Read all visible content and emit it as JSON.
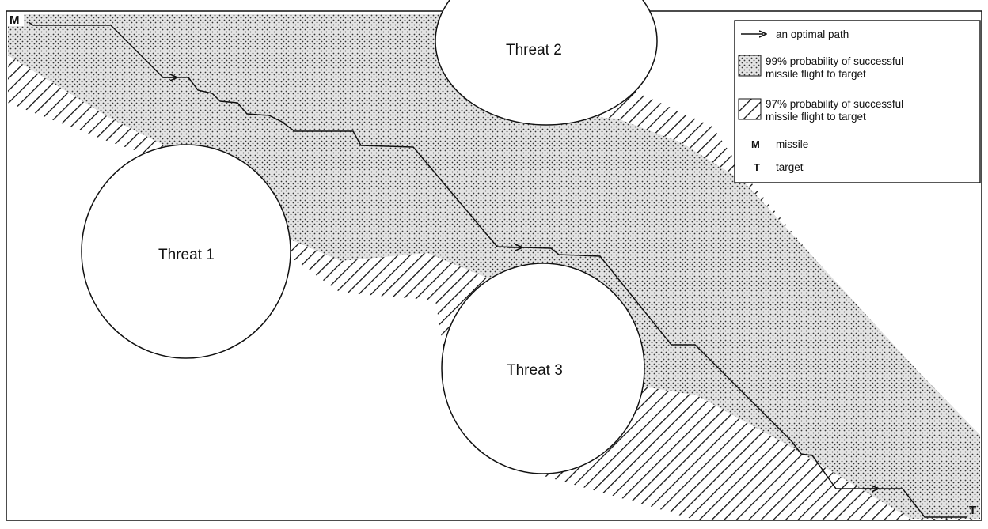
{
  "labels": {
    "missile_marker": "M",
    "target_marker": "T",
    "threat1": "Threat 1",
    "threat2": "Threat 2",
    "threat3": "Threat 3"
  },
  "legend": {
    "path": "an optimal path",
    "p99_line1": "99% probability of successful",
    "p99_line2": "missile flight to target",
    "p97_line1": "97% probability of successful",
    "p97_line2": "missile flight to target",
    "missile_symbol": "M",
    "missile": "missile",
    "target_symbol": "T",
    "target": "target"
  }
}
